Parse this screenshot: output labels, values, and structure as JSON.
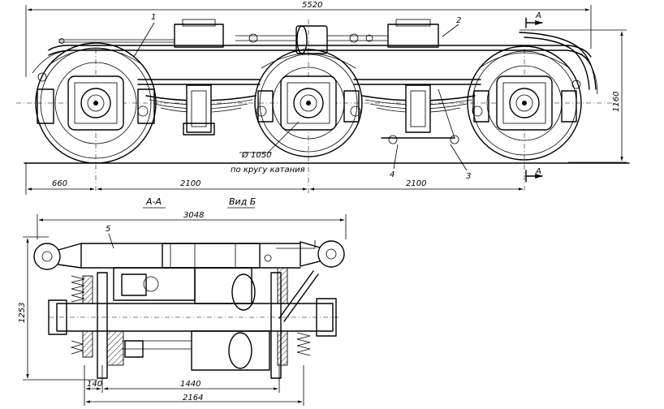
{
  "dimensions": {
    "overall_length": "5520",
    "end_offset": "660",
    "wheelbase_1": "2100",
    "wheelbase_2": "2100",
    "height": "1160",
    "plan_width": "3048",
    "plan_depth": "1253",
    "axle_base_140": "140",
    "axle_base_1440": "1440",
    "axle_base_2164": "2164"
  },
  "annotations": {
    "wheel_diameter": "Ø 1050",
    "rolling_circle": "по кругу катания",
    "section_a_top": "А",
    "section_a_bottom": "А",
    "section_label": "А-А",
    "view_label": "Вид Б"
  },
  "callouts": {
    "c1": "1",
    "c2": "2",
    "c3": "3",
    "c4": "4",
    "c5": "5"
  }
}
